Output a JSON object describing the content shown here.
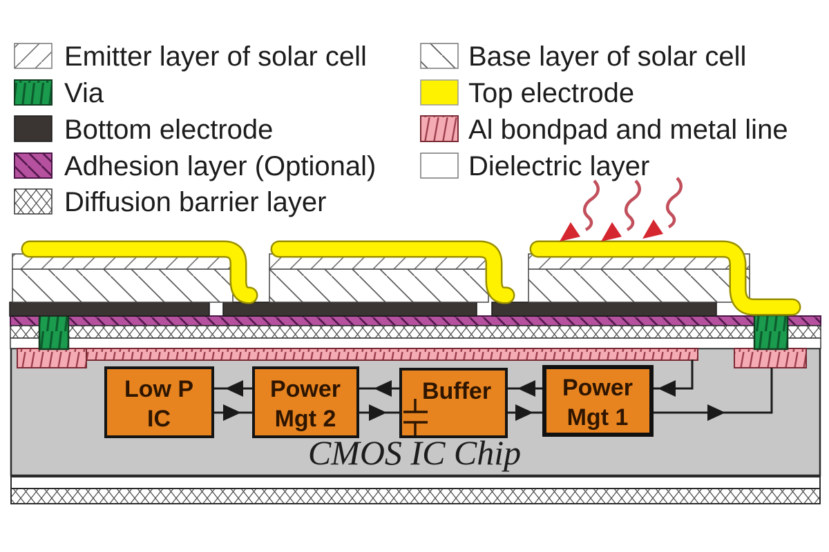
{
  "legend": {
    "left": [
      {
        "label": "Emitter layer of solar cell",
        "swatch": "emitter-hatch-diagonal"
      },
      {
        "label": "Via",
        "swatch": "green-hatch"
      },
      {
        "label": "Bottom electrode",
        "swatch": "dark-solid"
      },
      {
        "label": "Adhesion layer (Optional)",
        "swatch": "magenta-hatch"
      },
      {
        "label": "Diffusion barrier layer",
        "swatch": "crosshatch"
      }
    ],
    "right": [
      {
        "label": "Base layer of solar cell",
        "swatch": "backslash-hatch"
      },
      {
        "label": "Top electrode",
        "swatch": "yellow-solid"
      },
      {
        "label": "Al bondpad and metal line",
        "swatch": "pink-hatch"
      },
      {
        "label": "Dielectric layer",
        "swatch": "white-plain"
      }
    ]
  },
  "diagram": {
    "chip_label": "CMOS IC Chip",
    "blocks": {
      "low_p_ic": {
        "line1": "Low P",
        "line2": "IC"
      },
      "power_mgt_2": {
        "line1": "Power",
        "line2": "Mgt 2"
      },
      "buffer": {
        "line1": "Buffer",
        "line2": ""
      },
      "power_mgt_1": {
        "line1": "Power",
        "line2": "Mgt 1"
      }
    },
    "solar_cells_count": "3",
    "light_arrows_count": "3"
  },
  "colors": {
    "top_electrode": "#fff200",
    "top_electrode_outline": "#9a8f00",
    "via_green": "#1a9b4d",
    "bottom_electrode": "#3a3533",
    "adhesion_magenta": "#b5519e",
    "bondpad_pink": "#f4abb3",
    "chip_gray": "#c7c7c7",
    "block_orange": "#e88420",
    "light_arrow_red": "#d42730",
    "wire_black": "#1a1a1a"
  }
}
